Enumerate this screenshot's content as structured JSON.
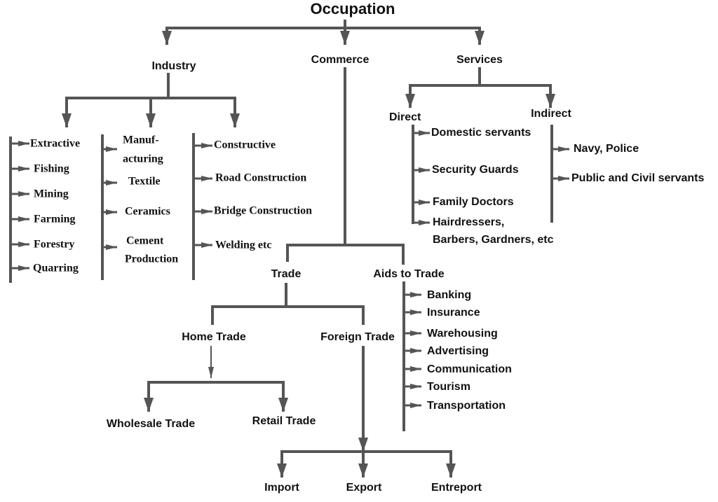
{
  "title": "Occupation",
  "level1": {
    "industry": "Industry",
    "commerce": "Commerce",
    "services": "Services"
  },
  "industry": {
    "extractive": [
      "Extractive",
      "Fishing",
      "Mining",
      "Farming",
      "Forestry",
      "Quarring"
    ],
    "manufacturing": [
      "Manuf-",
      "acturing",
      "Textile",
      "Ceramics",
      "Cement",
      "Production"
    ],
    "constructive": [
      "Constructive",
      "Road Construction",
      "Bridge Construction",
      "Welding etc"
    ]
  },
  "commerce": {
    "trade": "Trade",
    "aids_to_trade": "Aids to Trade",
    "home_trade": "Home Trade",
    "foreign_trade": "Foreign Trade",
    "home_children": [
      "Wholesale Trade",
      "Retail Trade"
    ],
    "foreign_children": [
      "Import",
      "Export",
      "Entreport"
    ],
    "aids_items": [
      "Banking",
      "Insurance",
      "Warehousing",
      "Advertising",
      "Communication",
      "Tourism",
      "Transportation"
    ]
  },
  "services": {
    "direct": "Direct",
    "indirect": "Indirect",
    "direct_items": [
      "Domestic servants",
      "Security Guards",
      "Family Doctors",
      "Hairdressers,",
      "Barbers, Gardners, etc"
    ],
    "indirect_items": [
      "Navy, Police",
      "Public and Civil servants"
    ]
  },
  "colors": {
    "line": "#555555",
    "text": "#111111"
  }
}
